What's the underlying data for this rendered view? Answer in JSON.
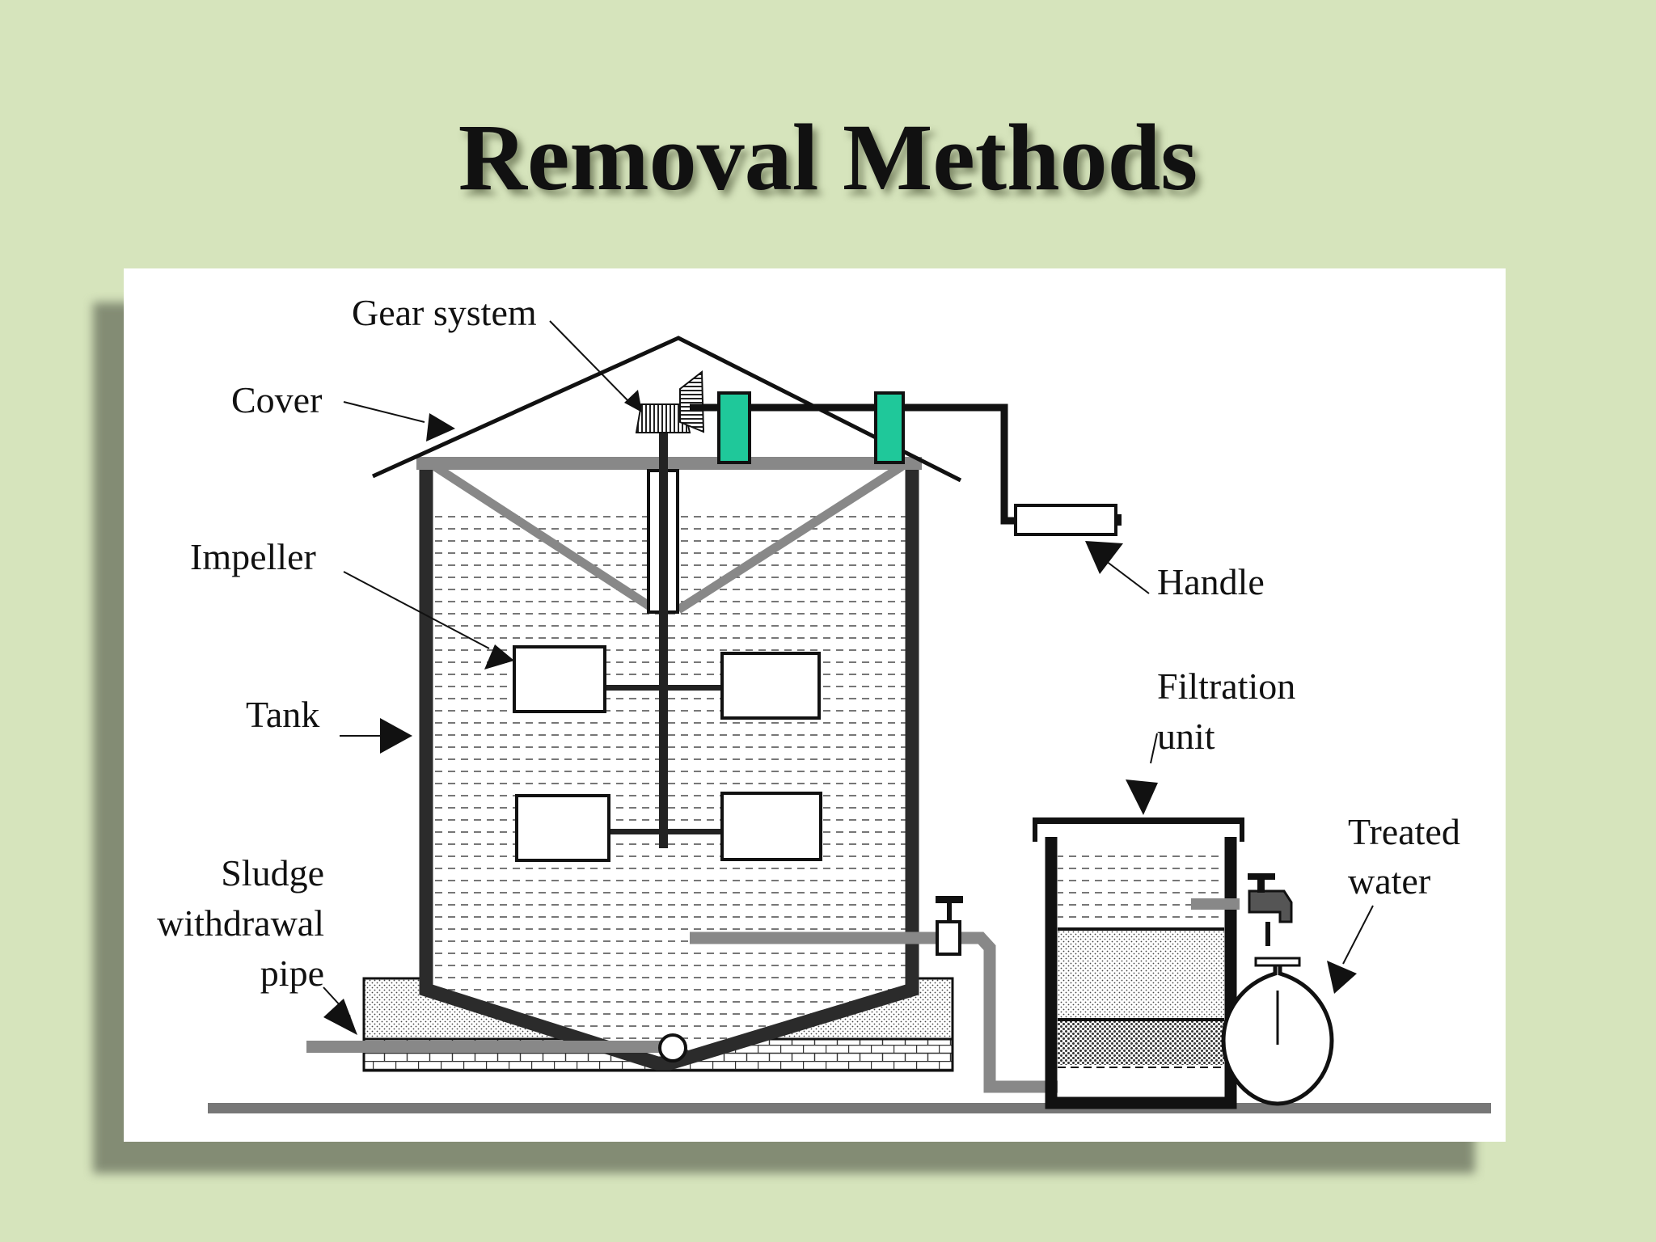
{
  "slide": {
    "title": "Removal Methods"
  },
  "diagram": {
    "labels": {
      "gear_system": "Gear system",
      "cover": "Cover",
      "impeller": "Impeller",
      "tank": "Tank",
      "sludge_line1": "Sludge",
      "sludge_line2": "withdrawal",
      "sludge_line3": "pipe",
      "handle": "Handle",
      "filtration_line1": "Filtration",
      "filtration_line2": "unit",
      "treated_line1": "Treated",
      "treated_line2": "water"
    },
    "colors": {
      "background": "#d6e4bc",
      "bearing": "#1fc89a",
      "pipe": "#888888",
      "frame": "#111111"
    }
  }
}
